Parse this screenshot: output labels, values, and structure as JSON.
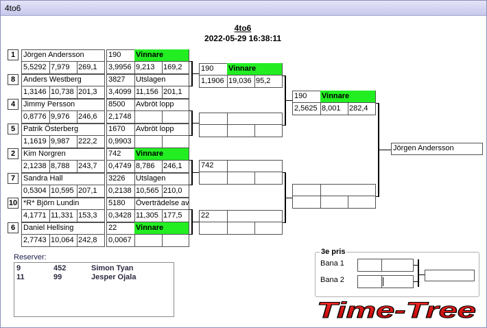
{
  "window": {
    "title": "4to6"
  },
  "header": {
    "title": "4to6",
    "datetime": "2022-05-29 16:38:11"
  },
  "round1": [
    {
      "seed": "1",
      "name": "Jörgen Andersson",
      "times": [
        "5,5292",
        "7,979",
        "269,1"
      ],
      "car": "190",
      "result": "Vinnare",
      "result_times": [
        "3,9956",
        "9,213",
        "169,2"
      ],
      "win": true
    },
    {
      "seed": "8",
      "name": "Anders Westberg",
      "times": [
        "1,3146",
        "10,738",
        "201,3"
      ],
      "car": "3827",
      "result": "Utslagen",
      "result_times": [
        "3,4099",
        "11,156",
        "201,1"
      ],
      "win": false
    },
    {
      "seed": "4",
      "name": "Jimmy Persson",
      "times": [
        "0,8776",
        "9,976",
        "246,6"
      ],
      "car": "8500",
      "result": "Avbröt lopp",
      "result_times": [
        "2,1748",
        "",
        ""
      ],
      "win": false
    },
    {
      "seed": "5",
      "name": "Patrik Österberg",
      "times": [
        "1,1619",
        "9,987",
        "222,2"
      ],
      "car": "1670",
      "result": "Avbröt lopp",
      "result_times": [
        "0,9903",
        "",
        ""
      ],
      "win": false
    },
    {
      "seed": "2",
      "name": "Kim Norgren",
      "times": [
        "2,1238",
        "8,788",
        "243,7"
      ],
      "car": "742",
      "result": "Vinnare",
      "result_times": [
        "0,4749",
        "8,786",
        "246,1"
      ],
      "win": true
    },
    {
      "seed": "7",
      "name": "Sandra Hall",
      "times": [
        "0,5304",
        "10,595",
        "207,1"
      ],
      "car": "3226",
      "result": "Utslagen",
      "result_times": [
        "0,2138",
        "10,565",
        "210,0"
      ],
      "win": false
    },
    {
      "seed": "10",
      "name": "*R* Björn Lundin",
      "times": [
        "4,1771",
        "11,331",
        "153,3"
      ],
      "car": "5180",
      "result": "Överträdelse av",
      "result_times": [
        "0,3428",
        "11,305",
        "177,5"
      ],
      "win": false
    },
    {
      "seed": "6",
      "name": "Daniel Hellsing",
      "times": [
        "2,7743",
        "10,064",
        "242,8"
      ],
      "car": "22",
      "result": "Vinnare",
      "result_times": [
        "0,0067",
        "",
        ""
      ],
      "win": true
    }
  ],
  "round2": [
    {
      "car": "190",
      "result": "Vinnare",
      "times": [
        "1,1906",
        "19,036",
        "95,2"
      ],
      "win": true
    },
    {
      "car": "",
      "result": "",
      "times": [
        "",
        "",
        ""
      ],
      "win": false
    },
    {
      "car": "742",
      "result": "",
      "times": [
        "",
        "",
        ""
      ],
      "win": false
    },
    {
      "car": "22",
      "result": "",
      "times": [
        "",
        "",
        ""
      ],
      "win": false
    }
  ],
  "round3": [
    {
      "car": "190",
      "result": "Vinnare",
      "times": [
        "2,5625",
        "8,001",
        "282,4"
      ],
      "win": true
    },
    {
      "car": "",
      "result": "",
      "times": [
        "",
        "",
        ""
      ],
      "win": false
    }
  ],
  "champion": "Jörgen Andersson",
  "reserves": {
    "label": "Reserver:",
    "entries": [
      {
        "num": "9",
        "car": "452",
        "name": "Simon Tyan"
      },
      {
        "num": "11",
        "car": "99",
        "name": "Jesper Ojala"
      }
    ]
  },
  "third_prize": {
    "label": "3e pris",
    "lane1": "Bana 1",
    "lane2": "Bana 2"
  },
  "logo": {
    "text": "Time-Tree"
  },
  "colors": {
    "win_green": "#22ee22",
    "logo_red": "#e01010"
  }
}
